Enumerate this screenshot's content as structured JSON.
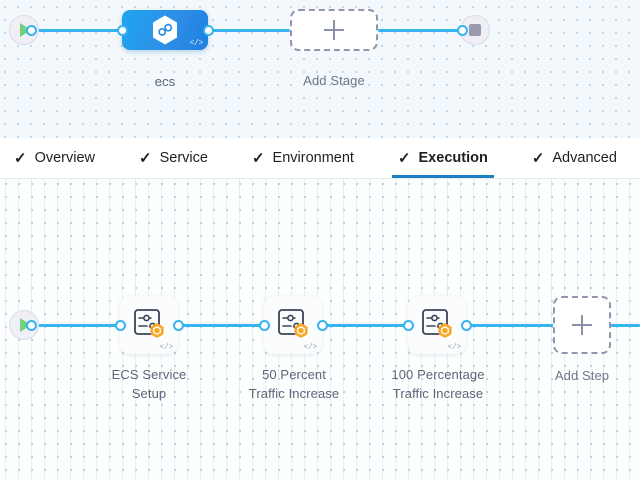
{
  "stage_canvas": {
    "name": "pipeline-stage-canvas",
    "start_node": {
      "icon": "play-icon",
      "label": ""
    },
    "end_node": {
      "icon": "stop-square-icon",
      "label": ""
    },
    "stage": {
      "label": "ecs",
      "icon": "hexagon-infinity-icon",
      "code_glyph": "</>"
    },
    "add_stage": {
      "label": "Add Stage",
      "icon": "plus-icon"
    }
  },
  "tabs": {
    "check_glyph": "✓",
    "items": [
      {
        "label": "Overview",
        "checked": true,
        "active": false
      },
      {
        "label": "Service",
        "checked": true,
        "active": false
      },
      {
        "label": "Environment",
        "checked": true,
        "active": false
      },
      {
        "label": "Execution",
        "checked": true,
        "active": true
      },
      {
        "label": "Advanced",
        "checked": true,
        "active": false
      }
    ]
  },
  "step_canvas": {
    "name": "pipeline-execution-canvas",
    "start_node": {
      "icon": "play-icon"
    },
    "steps": [
      {
        "label_line1": "ECS Service",
        "label_line2": "Setup",
        "icon": "step-settings-icon",
        "badge": "hexagon-badge",
        "code_glyph": "</>"
      },
      {
        "label_line1": "50 Percent",
        "label_line2": "Traffic Increase",
        "icon": "step-settings-icon",
        "badge": "hexagon-badge",
        "code_glyph": "</>"
      },
      {
        "label_line1": "100 Percentage",
        "label_line2": "Traffic Increase",
        "icon": "step-settings-icon",
        "badge": "hexagon-badge",
        "code_glyph": "</>"
      }
    ],
    "add_step": {
      "label": "Add Step",
      "icon": "plus-icon"
    }
  },
  "colors": {
    "edge": "#36b4f0",
    "stage_blue": "#2e8fe8",
    "active_tab_underline": "#1b7fc4",
    "badge_orange": "#f5a623",
    "play_green": "#72d17f",
    "caption_text": "#5c6578"
  }
}
